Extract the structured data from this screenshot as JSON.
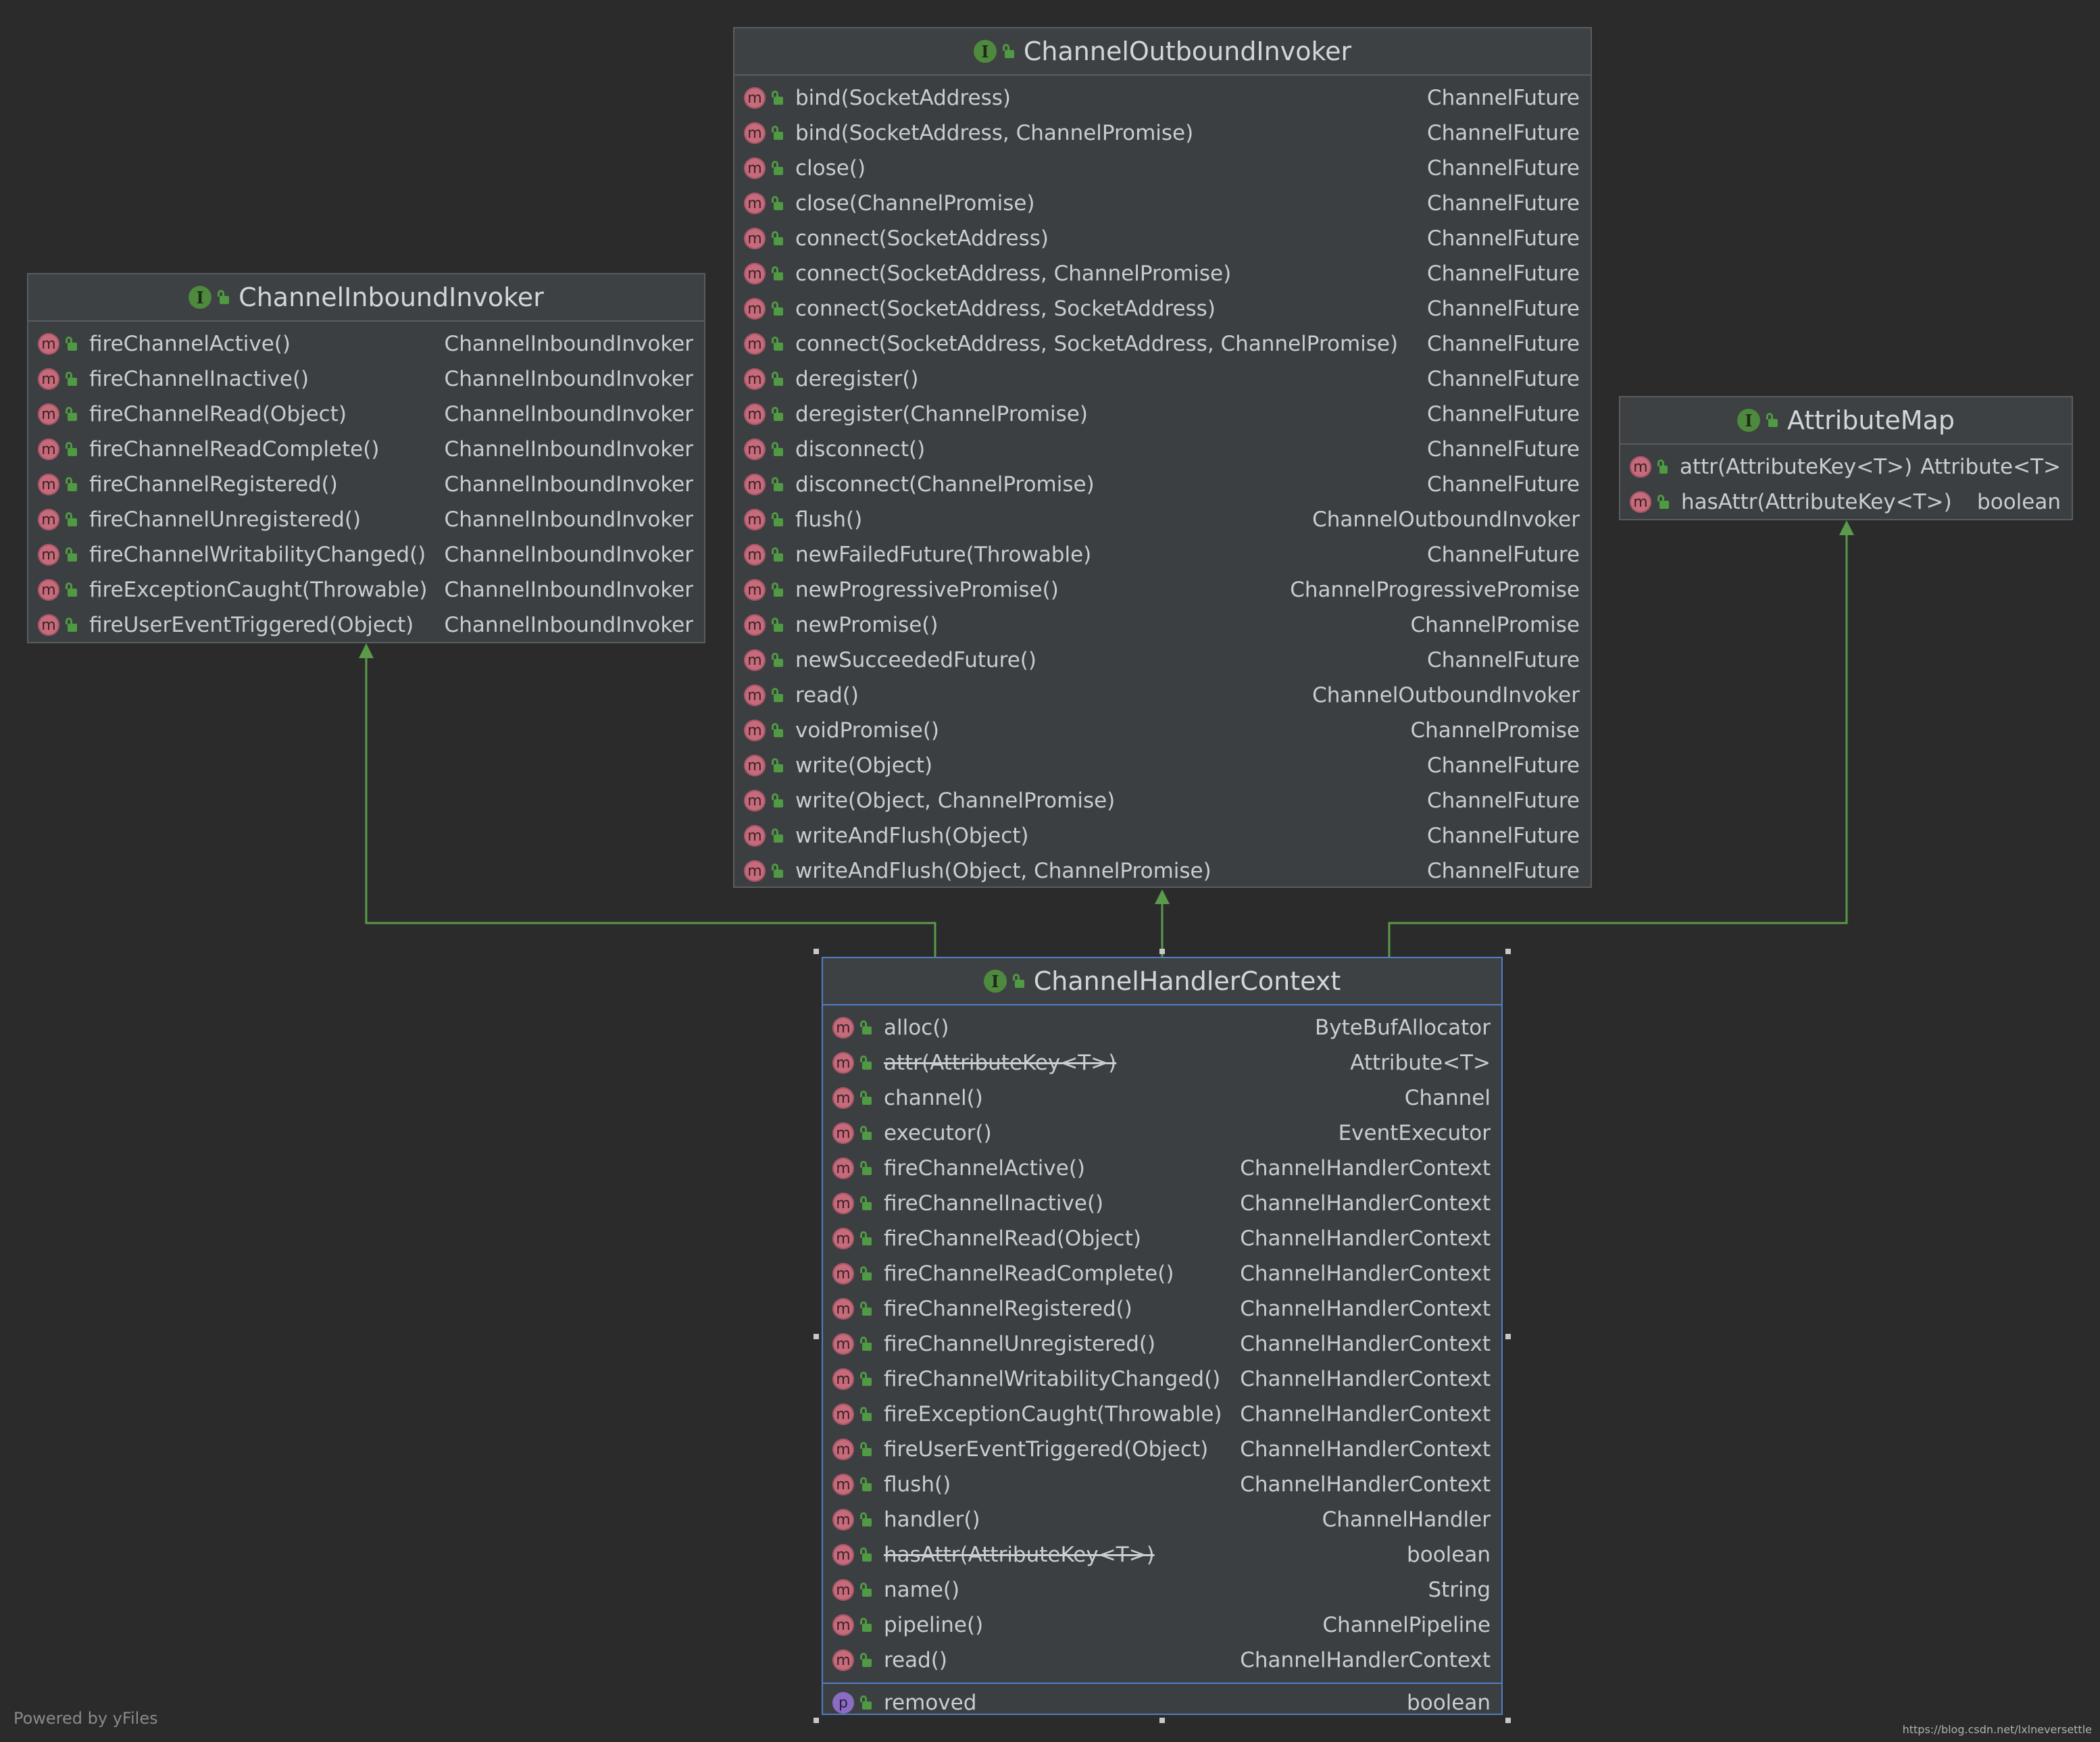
{
  "outbound": {
    "title": "ChannelOutboundInvoker",
    "rows": [
      {
        "name": "bind(SocketAddress)",
        "type": "ChannelFuture"
      },
      {
        "name": "bind(SocketAddress, ChannelPromise)",
        "type": "ChannelFuture"
      },
      {
        "name": "close()",
        "type": "ChannelFuture"
      },
      {
        "name": "close(ChannelPromise)",
        "type": "ChannelFuture"
      },
      {
        "name": "connect(SocketAddress)",
        "type": "ChannelFuture"
      },
      {
        "name": "connect(SocketAddress, ChannelPromise)",
        "type": "ChannelFuture"
      },
      {
        "name": "connect(SocketAddress, SocketAddress)",
        "type": "ChannelFuture"
      },
      {
        "name": "connect(SocketAddress, SocketAddress, ChannelPromise)",
        "type": "ChannelFuture"
      },
      {
        "name": "deregister()",
        "type": "ChannelFuture"
      },
      {
        "name": "deregister(ChannelPromise)",
        "type": "ChannelFuture"
      },
      {
        "name": "disconnect()",
        "type": "ChannelFuture"
      },
      {
        "name": "disconnect(ChannelPromise)",
        "type": "ChannelFuture"
      },
      {
        "name": "flush()",
        "type": "ChannelOutboundInvoker"
      },
      {
        "name": "newFailedFuture(Throwable)",
        "type": "ChannelFuture"
      },
      {
        "name": "newProgressivePromise()",
        "type": "ChannelProgressivePromise"
      },
      {
        "name": "newPromise()",
        "type": "ChannelPromise"
      },
      {
        "name": "newSucceededFuture()",
        "type": "ChannelFuture"
      },
      {
        "name": "read()",
        "type": "ChannelOutboundInvoker"
      },
      {
        "name": "voidPromise()",
        "type": "ChannelPromise"
      },
      {
        "name": "write(Object)",
        "type": "ChannelFuture"
      },
      {
        "name": "write(Object, ChannelPromise)",
        "type": "ChannelFuture"
      },
      {
        "name": "writeAndFlush(Object)",
        "type": "ChannelFuture"
      },
      {
        "name": "writeAndFlush(Object, ChannelPromise)",
        "type": "ChannelFuture"
      }
    ]
  },
  "inbound": {
    "title": "ChannelInboundInvoker",
    "rows": [
      {
        "name": "fireChannelActive()",
        "type": "ChannelInboundInvoker"
      },
      {
        "name": "fireChannelInactive()",
        "type": "ChannelInboundInvoker"
      },
      {
        "name": "fireChannelRead(Object)",
        "type": "ChannelInboundInvoker"
      },
      {
        "name": "fireChannelReadComplete()",
        "type": "ChannelInboundInvoker"
      },
      {
        "name": "fireChannelRegistered()",
        "type": "ChannelInboundInvoker"
      },
      {
        "name": "fireChannelUnregistered()",
        "type": "ChannelInboundInvoker"
      },
      {
        "name": "fireChannelWritabilityChanged()",
        "type": "ChannelInboundInvoker"
      },
      {
        "name": "fireExceptionCaught(Throwable)",
        "type": "ChannelInboundInvoker"
      },
      {
        "name": "fireUserEventTriggered(Object)",
        "type": "ChannelInboundInvoker"
      }
    ]
  },
  "attributemap": {
    "title": "AttributeMap",
    "rows": [
      {
        "name": "attr(AttributeKey<T>)",
        "type": "Attribute<T>"
      },
      {
        "name": "hasAttr(AttributeKey<T>)",
        "type": "boolean"
      }
    ]
  },
  "context": {
    "title": "ChannelHandlerContext",
    "rows": [
      {
        "name": "alloc()",
        "type": "ByteBufAllocator"
      },
      {
        "name": "attr(AttributeKey<T>)",
        "type": "Attribute<T>",
        "deprecated": true
      },
      {
        "name": "channel()",
        "type": "Channel"
      },
      {
        "name": "executor()",
        "type": "EventExecutor"
      },
      {
        "name": "fireChannelActive()",
        "type": "ChannelHandlerContext"
      },
      {
        "name": "fireChannelInactive()",
        "type": "ChannelHandlerContext"
      },
      {
        "name": "fireChannelRead(Object)",
        "type": "ChannelHandlerContext"
      },
      {
        "name": "fireChannelReadComplete()",
        "type": "ChannelHandlerContext"
      },
      {
        "name": "fireChannelRegistered()",
        "type": "ChannelHandlerContext"
      },
      {
        "name": "fireChannelUnregistered()",
        "type": "ChannelHandlerContext"
      },
      {
        "name": "fireChannelWritabilityChanged()",
        "type": "ChannelHandlerContext"
      },
      {
        "name": "fireExceptionCaught(Throwable)",
        "type": "ChannelHandlerContext"
      },
      {
        "name": "fireUserEventTriggered(Object)",
        "type": "ChannelHandlerContext"
      },
      {
        "name": "flush()",
        "type": "ChannelHandlerContext"
      },
      {
        "name": "handler()",
        "type": "ChannelHandler"
      },
      {
        "name": "hasAttr(AttributeKey<T>)",
        "type": "boolean",
        "deprecated": true
      },
      {
        "name": "name()",
        "type": "String"
      },
      {
        "name": "pipeline()",
        "type": "ChannelPipeline"
      },
      {
        "name": "read()",
        "type": "ChannelHandlerContext"
      }
    ],
    "properties": [
      {
        "name": "removed",
        "type": "boolean"
      }
    ]
  },
  "icons": {
    "interface": "interface-icon",
    "method": "method-icon",
    "property": "property-icon",
    "public": "public-lock-icon"
  },
  "colors": {
    "background": "#2b2b2b",
    "node": "#3c3f41",
    "edge": "#5a9a4a",
    "selection": "#4f7fc4"
  },
  "footer": {
    "powered": "Powered by yFiles",
    "watermark": "https://blog.csdn.net/lxlneversettle"
  }
}
